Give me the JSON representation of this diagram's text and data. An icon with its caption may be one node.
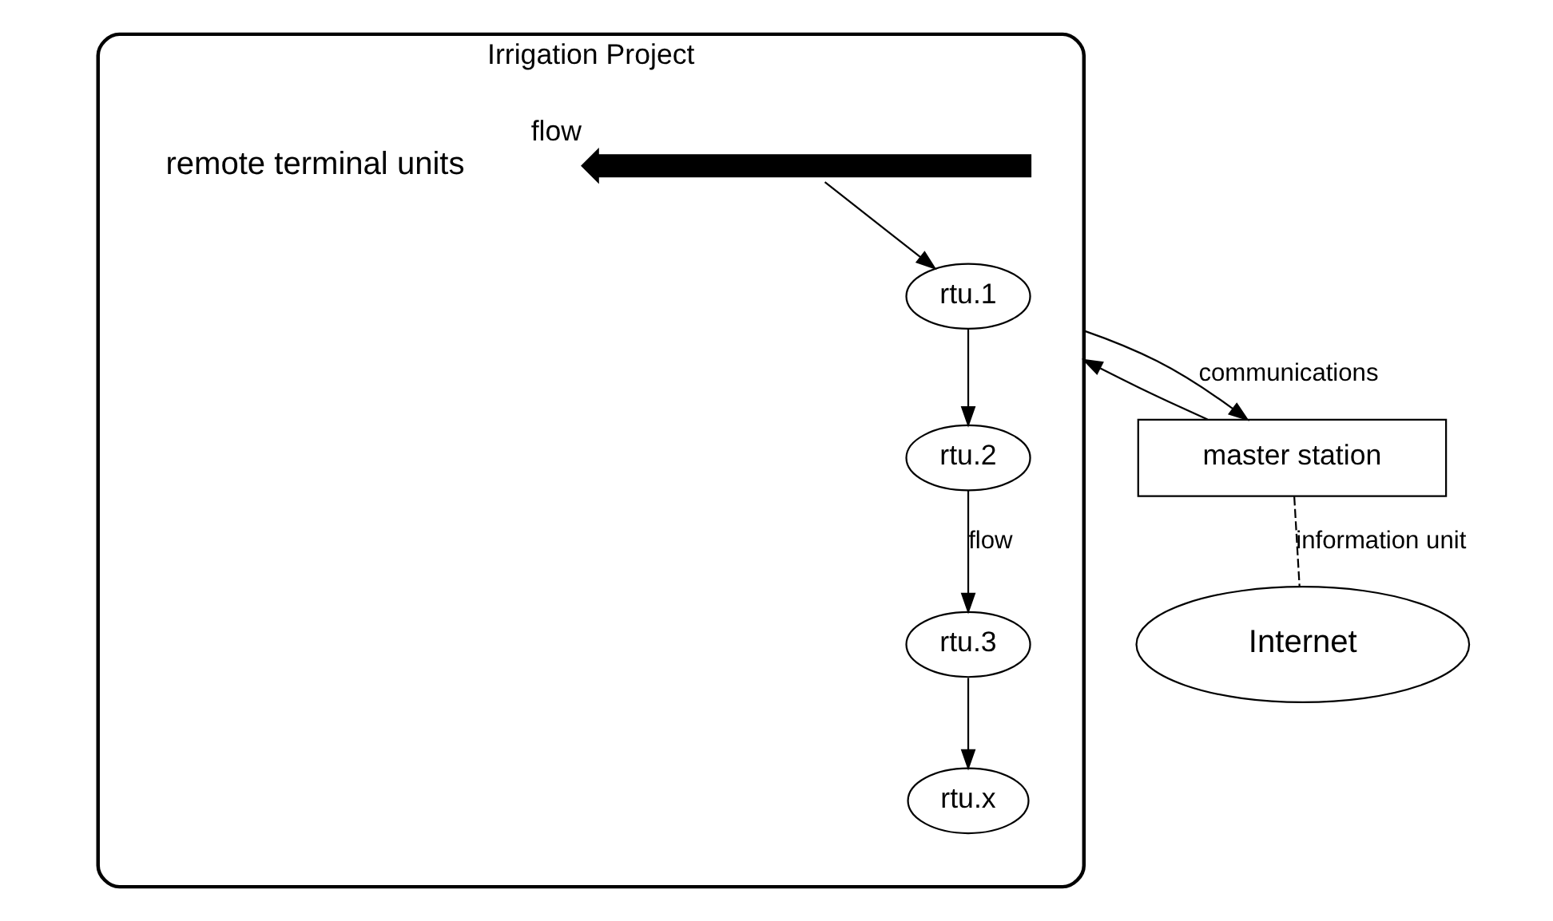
{
  "diagram": {
    "nodes": [
      {
        "text": [
          "Irrigation Project"
        ]
      },
      {
        "text": [],
        "shape": "bar",
        "in": 0,
        "beside": [
          "flow"
        ]
      },
      {
        "text": [
          "rtu.1"
        ],
        "in": 0
      },
      {
        "text": [
          "rtu.2"
        ],
        "in": 0
      },
      {
        "text": [
          "rtu.3"
        ],
        "in": 0
      },
      {
        "text": [
          "rtu.x"
        ],
        "in": 0
      },
      {
        "text": [
          "Internet"
        ]
      },
      {
        "text": [
          "master station"
        ]
      }
    ],
    "edges": [
      {
        "from": 1,
        "to": 2,
        "arrow": "to"
      },
      {
        "from": 2,
        "to": 3,
        "arrow": "to"
      },
      {
        "from": 3,
        "to": 4,
        "arrow": "to",
        "label": "flow"
      },
      {
        "from": 4,
        "to": 5,
        "arrow": "to"
      },
      {
        "from": 7,
        "to": 6,
        "arrow": "none",
        "label": "information unit",
        "style": "dashed"
      },
      {
        "from": 7,
        "to": 0,
        "arrow": "to"
      },
      {
        "from": 0,
        "to": 7,
        "arrow": "to",
        "label": "communications"
      }
    ],
    "labels": [
      "remote terminal units"
    ]
  }
}
